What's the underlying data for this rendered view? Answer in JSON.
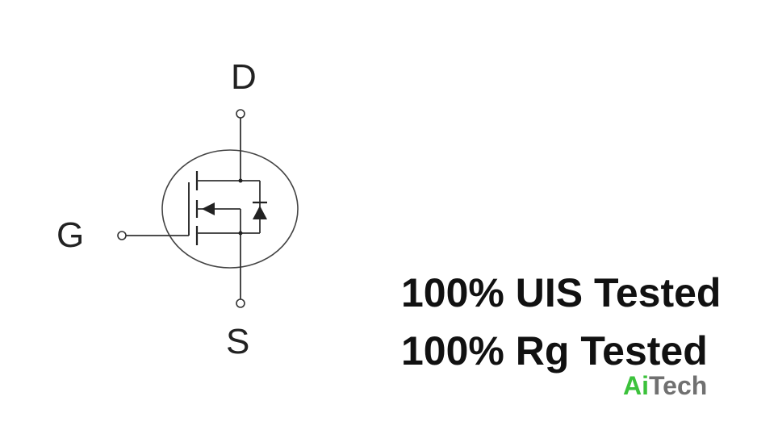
{
  "pins": {
    "drain": "D",
    "gate": "G",
    "source": "S"
  },
  "specs": [
    "100% UIS Tested",
    "100% Rg Tested"
  ],
  "logo": {
    "part1": "Ai",
    "part2": "Tech",
    "part1_color": "#3cc23c",
    "part2_color": "#707070"
  },
  "colors": {
    "line": "#333333",
    "text": "#111111"
  }
}
